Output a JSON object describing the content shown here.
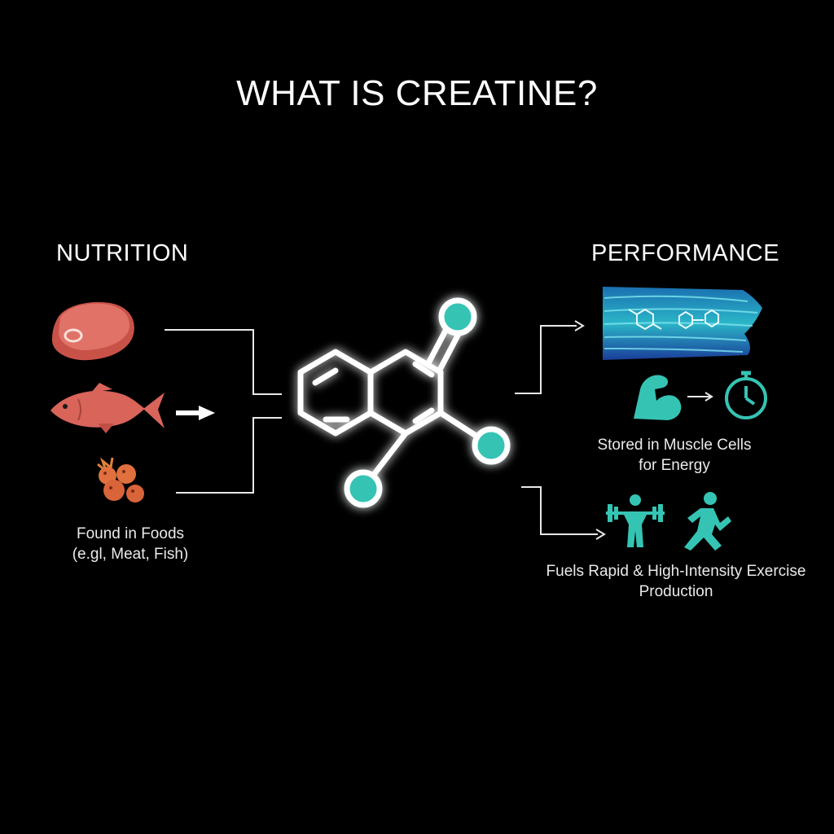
{
  "title": "WHAT IS CREATINE?",
  "nutrition": {
    "heading": "NUTRITION",
    "caption_line1": "Found in Foods",
    "caption_line2": "(e.gl, Meat, Fish)",
    "icons": [
      "steak-icon",
      "fish-icon",
      "berries-icon",
      "arrow-right-icon"
    ]
  },
  "performance": {
    "heading": "PERFORMANCE",
    "stored_line1": "Stored in Muscle Cells",
    "stored_line2": "for Energy",
    "fuels_line1": "Fuels Rapid & High-Intensity Exercise",
    "fuels_line2": "Production",
    "icons": [
      "muscle-fiber-icon",
      "flexed-arm-icon",
      "stopwatch-icon",
      "weightlifter-icon",
      "runner-icon"
    ]
  },
  "colors": {
    "background": "#000000",
    "food": "#d9645a",
    "accent_teal": "#35c4b4",
    "fiber_blue": "#2a6fd0"
  }
}
